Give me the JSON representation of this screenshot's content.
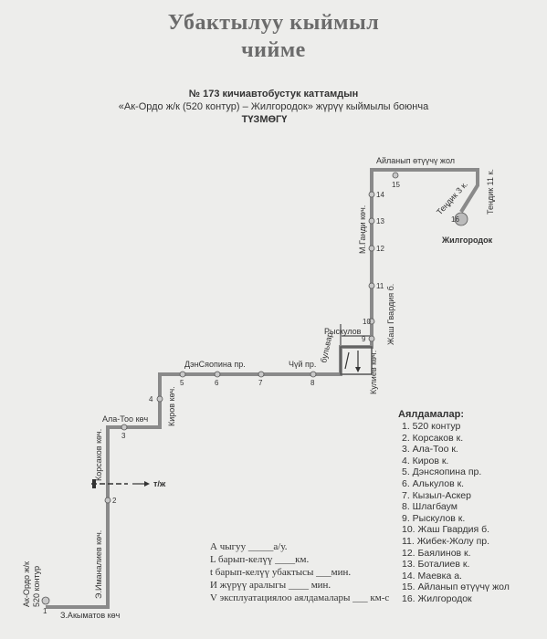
{
  "header": {
    "title_line1": "Убактылуу кыймыл",
    "title_line2": "чийме",
    "subtitle_line1": "№ 173 кичиавтобустук каттамдын",
    "subtitle_line2": "«Ак-Ордо ж/к (520 контур) – Жилгородок» жүрүү кыймылы боюнча",
    "subtitle_line3": "ТҮЗМӨГҮ"
  },
  "map": {
    "streets": {
      "aiylanyp": "Айланып өтүүчү жол",
      "tendik11": "Теңдик 11 к.",
      "tendik3": "Теңдик 3 к.",
      "zhilgorodok": "Жилгородок",
      "mgandi": "М.Ганди көч.",
      "zhash_gvardiya": "Жаш Гвардия б.",
      "ryskulov": "Рыскулов",
      "bulvar": "бульвар",
      "kuliev": "Кулиев көч.",
      "chui": "Чүй пр.",
      "dzerzhinsky": "ДэнСяопина пр.",
      "kirov": "Киров көч.",
      "alatoo": "Ала-Тоо көч",
      "korsakov": "Корсаков көч.",
      "railway": "т/ж",
      "imanaliev": "Э.Иманалиев көч.",
      "akhmatov": "З.Акыматов көч",
      "akordo_1": "Ак-Ордо ж/к",
      "akordo_2": "520 контур"
    },
    "stop_numbers": [
      "1",
      "2",
      "3",
      "4",
      "5",
      "6",
      "7",
      "8",
      "9",
      "10",
      "11",
      "12",
      "13",
      "14",
      "15",
      "16"
    ]
  },
  "stops": {
    "title": "Аялдамалар:",
    "items": [
      "1. 520 контур",
      "2. Корсаков к.",
      "3. Ала-Тоо к.",
      "4. Киров к.",
      "5. Дэнсяопина пр.",
      "6. Алькулов к.",
      "7. Кызыл-Аскер",
      "8. Шлагбаум",
      "9. Рыскулов к.",
      "10. Жаш Гвардия б.",
      "11. Жибек-Жолу пр.",
      "12. Баялинов к.",
      "13. Боталиев к.",
      "14. Маевка а.",
      "15. Айланып өтүүчү жол",
      "16. Жилгородок"
    ]
  },
  "info": {
    "line1": "А чыгуу _____а/у.",
    "line2": "L барып-келүү ____км.",
    "line3": "t барып-келүү убактысы ___мин.",
    "line4": "И жүрүү аралыгы ____ мин.",
    "line5": "V эксплуатациялоо аялдамалары ___ км-с"
  },
  "colors": {
    "route": "#8a8a8a",
    "text": "#333333",
    "background": "#ededeb"
  }
}
